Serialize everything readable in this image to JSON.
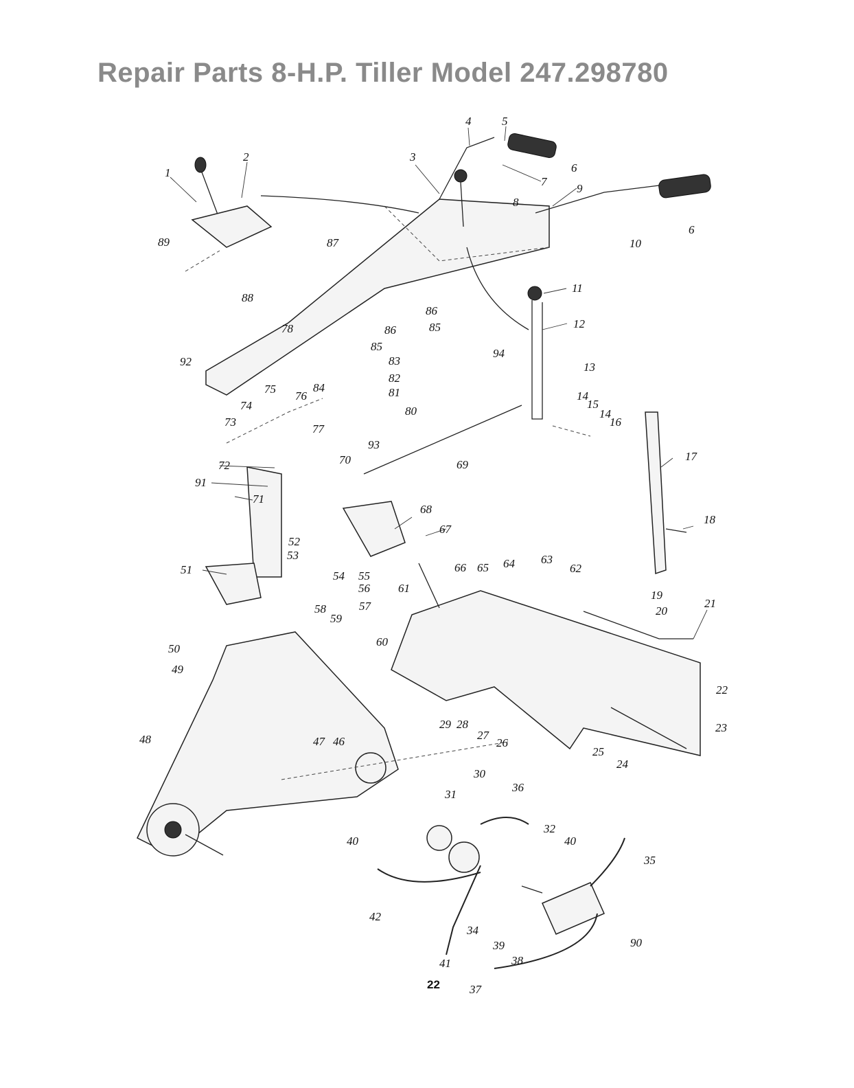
{
  "title": "Repair Parts 8-H.P. Tiller Model 247.298780",
  "page_number": "22",
  "part_labels": [
    "1",
    "2",
    "3",
    "4",
    "5",
    "6",
    "6",
    "7",
    "8",
    "9",
    "10",
    "11",
    "12",
    "13",
    "14",
    "14",
    "15",
    "16",
    "17",
    "18",
    "19",
    "20",
    "21",
    "22",
    "23",
    "24",
    "25",
    "26",
    "27",
    "28",
    "29",
    "30",
    "31",
    "32",
    "34",
    "35",
    "36",
    "37",
    "38",
    "39",
    "40",
    "40",
    "41",
    "42",
    "46",
    "47",
    "48",
    "49",
    "50",
    "51",
    "52",
    "53",
    "54",
    "55",
    "56",
    "57",
    "58",
    "59",
    "60",
    "61",
    "62",
    "63",
    "64",
    "65",
    "66",
    "67",
    "68",
    "69",
    "70",
    "71",
    "72",
    "73",
    "74",
    "75",
    "76",
    "77",
    "78",
    "80",
    "81",
    "82",
    "83",
    "84",
    "85",
    "85",
    "86",
    "86",
    "87",
    "88",
    "89",
    "90",
    "91",
    "92",
    "93",
    "94"
  ]
}
